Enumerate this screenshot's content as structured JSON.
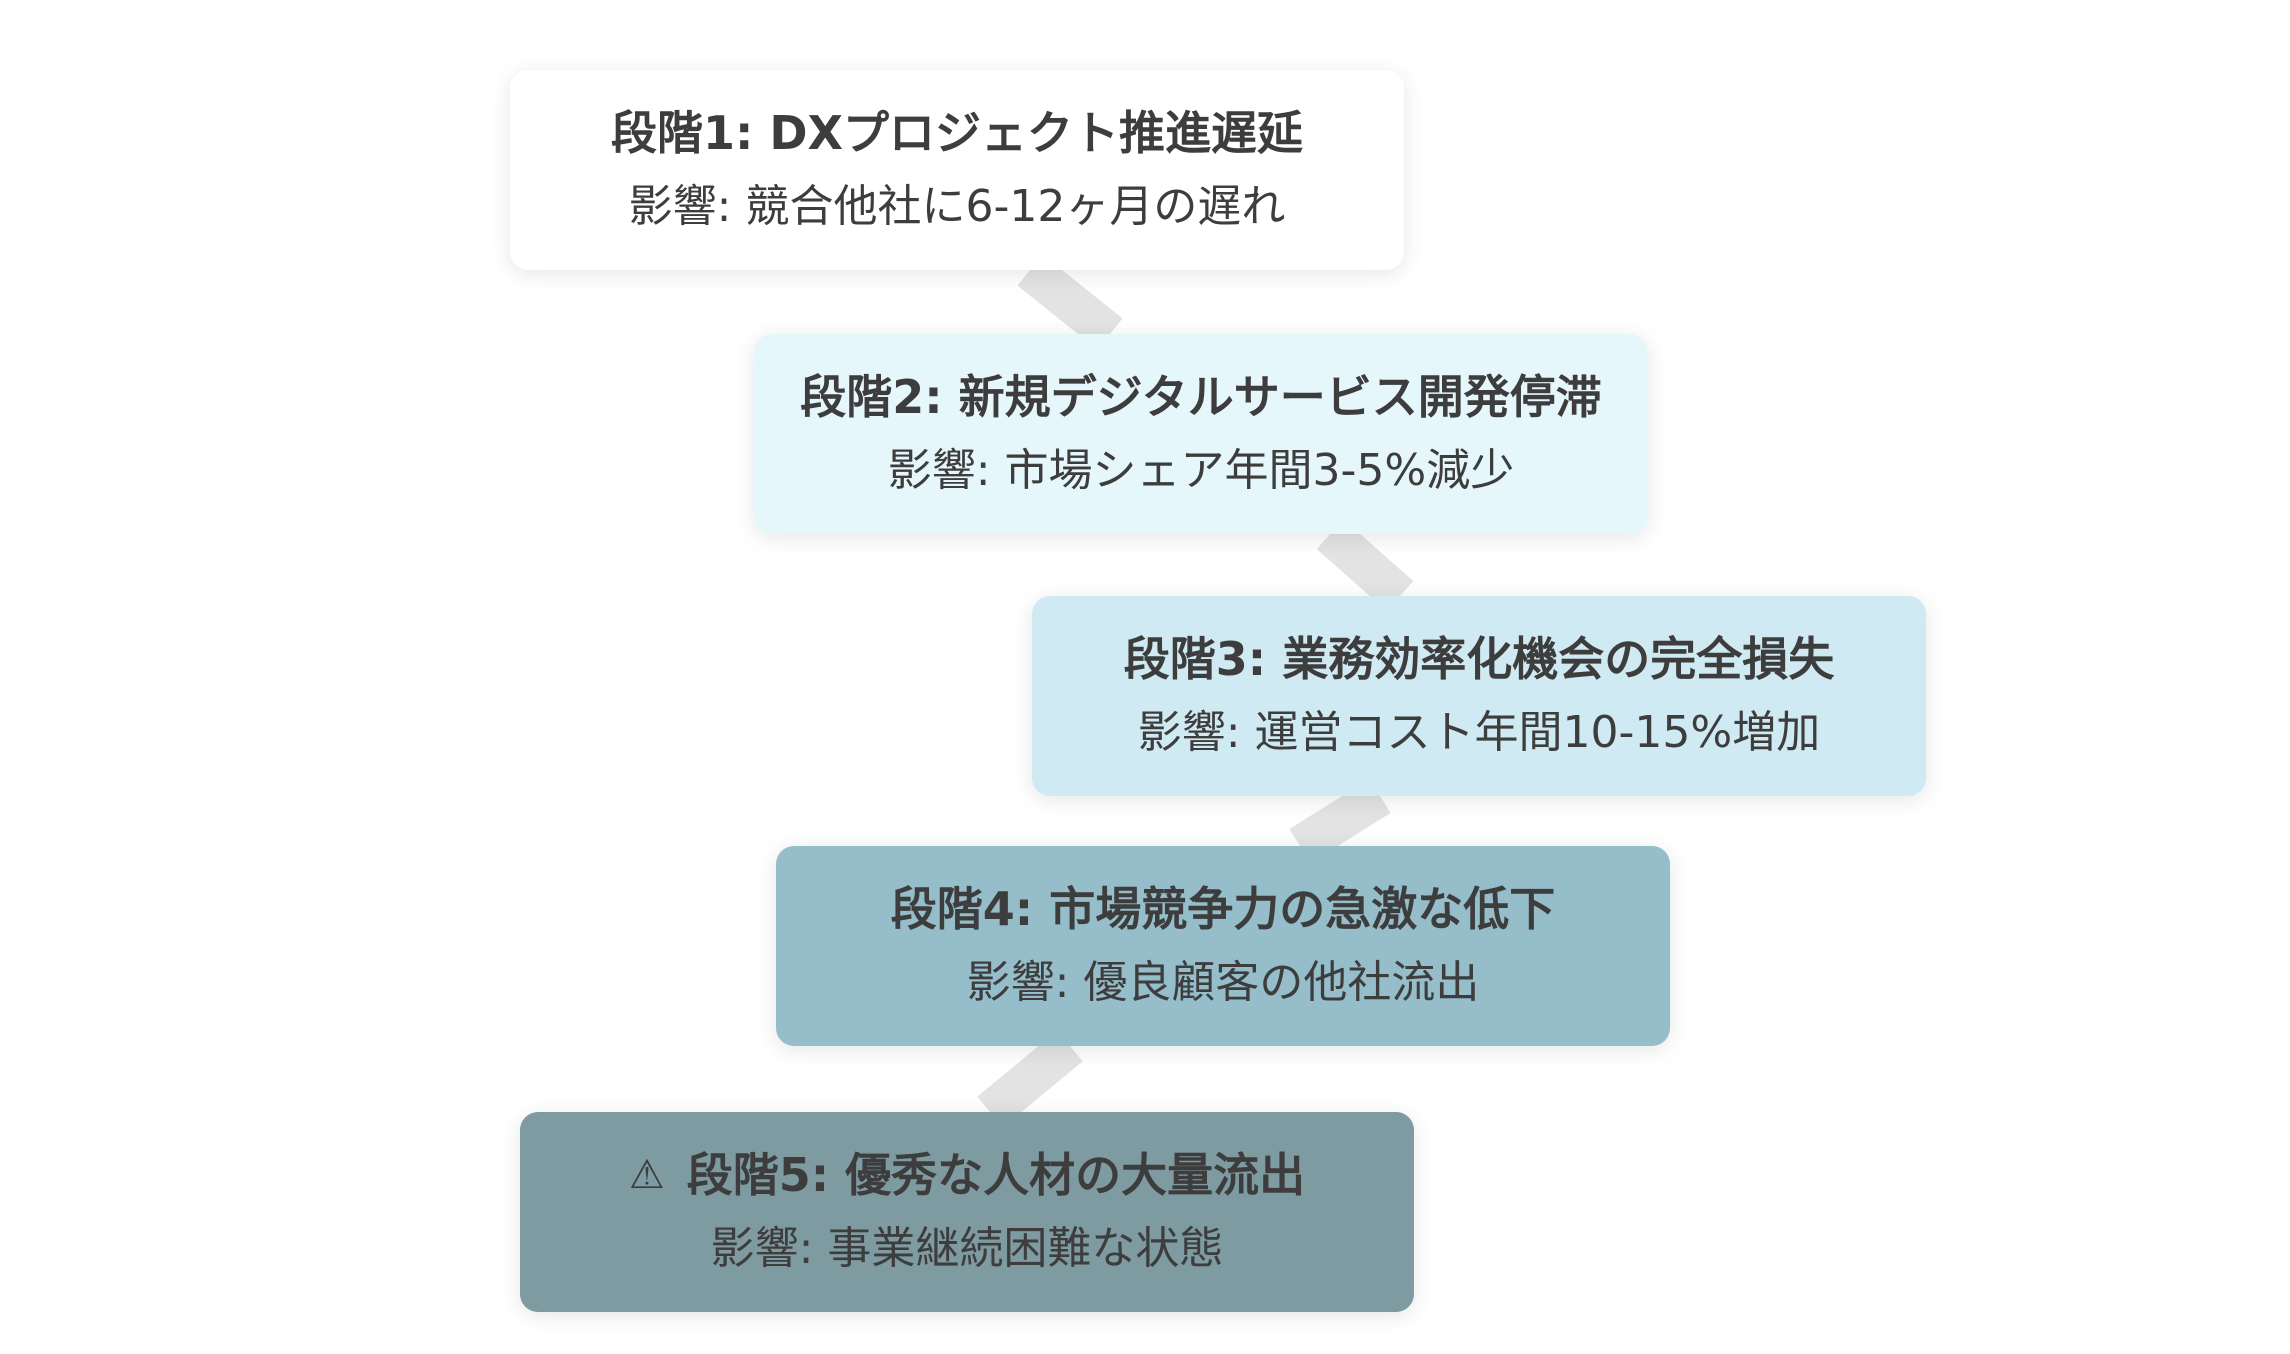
{
  "stages": [
    {
      "title": "段階1: DXプロジェクト推進遅延",
      "impact": "影響: 競合他社に6-12ヶ月の遅れ",
      "color": "#ffffff"
    },
    {
      "title": "段階2: 新規デジタルサービス開発停滞",
      "impact": "影響: 市場シェア年間3-5%減少",
      "color": "#e6f7fc"
    },
    {
      "title": "段階3: 業務効率化機会の完全損失",
      "impact": "影響: 運営コスト年間10-15%増加",
      "color": "#cfeaf2"
    },
    {
      "title": "段階4: 市場競争力の急激な低下",
      "impact": "影響: 優良顧客の他社流出",
      "color": "#95bdca"
    },
    {
      "title": "段階5: 優秀な人材の大量流出",
      "impact": "影響: 事業継続困難な状態",
      "color": "#7f9ba2",
      "icon": "warning-icon"
    }
  ],
  "connector_color": "#e3e3e3"
}
